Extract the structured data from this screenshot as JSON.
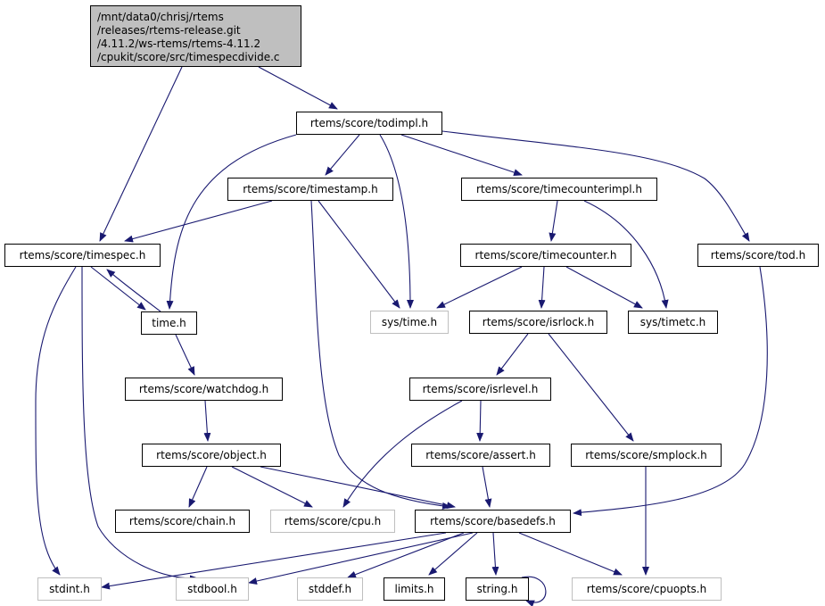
{
  "root": {
    "label_lines": [
      "/mnt/data0/chrisj/rtems",
      "/releases/rtems-release.git",
      "/4.11.2/ws-rtems/rtems-4.11.2",
      "/cpukit/score/src/timespecdivide.c"
    ]
  },
  "colors": {
    "edge": "#191970",
    "node_border": "#000000",
    "external_border": "#bfbfbf",
    "root_fill": "#bfbfbf"
  },
  "nodes": [
    {
      "id": "todimpl",
      "label": "rtems/score/todimpl.h",
      "external": false
    },
    {
      "id": "timestamp",
      "label": "rtems/score/timestamp.h",
      "external": false
    },
    {
      "id": "timecounterimpl",
      "label": "rtems/score/timecounterimpl.h",
      "external": false
    },
    {
      "id": "timespec",
      "label": "rtems/score/timespec.h",
      "external": false
    },
    {
      "id": "timecounter",
      "label": "rtems/score/timecounter.h",
      "external": false
    },
    {
      "id": "tod",
      "label": "rtems/score/tod.h",
      "external": false
    },
    {
      "id": "timeh",
      "label": "time.h",
      "external": false
    },
    {
      "id": "systime",
      "label": "sys/time.h",
      "external": true
    },
    {
      "id": "isrlock",
      "label": "rtems/score/isrlock.h",
      "external": false
    },
    {
      "id": "systimetc",
      "label": "sys/timetc.h",
      "external": false
    },
    {
      "id": "watchdog",
      "label": "rtems/score/watchdog.h",
      "external": false
    },
    {
      "id": "isrlevel",
      "label": "rtems/score/isrlevel.h",
      "external": false
    },
    {
      "id": "object",
      "label": "rtems/score/object.h",
      "external": false
    },
    {
      "id": "assert",
      "label": "rtems/score/assert.h",
      "external": false
    },
    {
      "id": "smplock",
      "label": "rtems/score/smplock.h",
      "external": false
    },
    {
      "id": "chain",
      "label": "rtems/score/chain.h",
      "external": false
    },
    {
      "id": "cpu",
      "label": "rtems/score/cpu.h",
      "external": true
    },
    {
      "id": "basedefs",
      "label": "rtems/score/basedefs.h",
      "external": false
    },
    {
      "id": "stdint",
      "label": "stdint.h",
      "external": true
    },
    {
      "id": "stdbool",
      "label": "stdbool.h",
      "external": true
    },
    {
      "id": "stddef",
      "label": "stddef.h",
      "external": true
    },
    {
      "id": "limits",
      "label": "limits.h",
      "external": false
    },
    {
      "id": "string",
      "label": "string.h",
      "external": false
    },
    {
      "id": "cpuopts",
      "label": "rtems/score/cpuopts.h",
      "external": true
    }
  ],
  "edges": [
    {
      "from": "root",
      "to": "todimpl"
    },
    {
      "from": "root",
      "to": "timespec"
    },
    {
      "from": "todimpl",
      "to": "timestamp"
    },
    {
      "from": "todimpl",
      "to": "timecounterimpl"
    },
    {
      "from": "todimpl",
      "to": "tod"
    },
    {
      "from": "todimpl",
      "to": "timeh"
    },
    {
      "from": "todimpl",
      "to": "systime"
    },
    {
      "from": "timestamp",
      "to": "timespec"
    },
    {
      "from": "timestamp",
      "to": "systime"
    },
    {
      "from": "timestamp",
      "to": "basedefs"
    },
    {
      "from": "timecounterimpl",
      "to": "timecounter"
    },
    {
      "from": "timecounterimpl",
      "to": "systimetc"
    },
    {
      "from": "timespec",
      "to": "timeh"
    },
    {
      "from": "timespec",
      "to": "stdint"
    },
    {
      "from": "timespec",
      "to": "stdbool"
    },
    {
      "from": "timeh",
      "to": "timespec"
    },
    {
      "from": "timeh",
      "to": "watchdog"
    },
    {
      "from": "timecounter",
      "to": "systime"
    },
    {
      "from": "timecounter",
      "to": "isrlock"
    },
    {
      "from": "timecounter",
      "to": "systimetc"
    },
    {
      "from": "tod",
      "to": "basedefs"
    },
    {
      "from": "isrlock",
      "to": "isrlevel"
    },
    {
      "from": "isrlock",
      "to": "smplock"
    },
    {
      "from": "watchdog",
      "to": "object"
    },
    {
      "from": "isrlevel",
      "to": "assert"
    },
    {
      "from": "isrlevel",
      "to": "cpu"
    },
    {
      "from": "object",
      "to": "chain"
    },
    {
      "from": "object",
      "to": "cpu"
    },
    {
      "from": "object",
      "to": "basedefs"
    },
    {
      "from": "assert",
      "to": "basedefs"
    },
    {
      "from": "smplock",
      "to": "cpuopts"
    },
    {
      "from": "basedefs",
      "to": "stdint"
    },
    {
      "from": "basedefs",
      "to": "stdbool"
    },
    {
      "from": "basedefs",
      "to": "stddef"
    },
    {
      "from": "basedefs",
      "to": "limits"
    },
    {
      "from": "basedefs",
      "to": "string"
    },
    {
      "from": "basedefs",
      "to": "cpuopts"
    },
    {
      "from": "string",
      "to": "string"
    }
  ]
}
